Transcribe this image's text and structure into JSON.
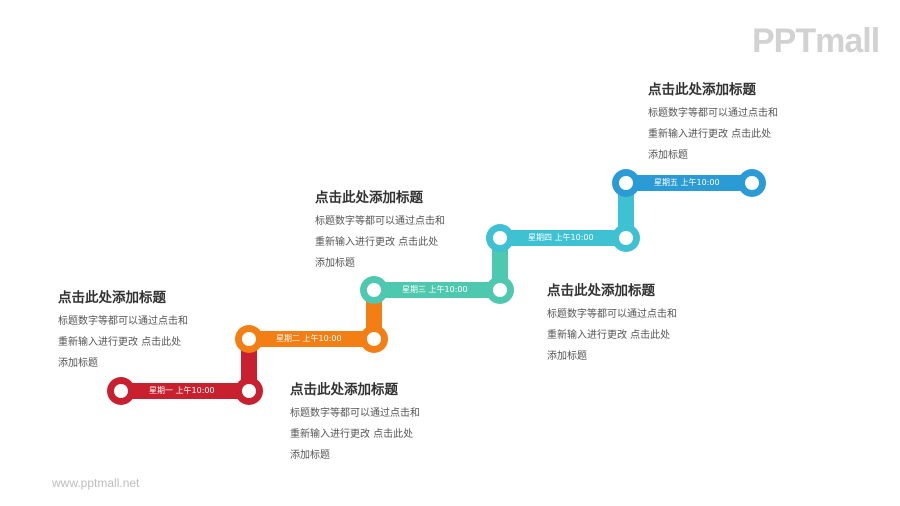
{
  "branding": {
    "logo": "PPTmall",
    "footer_url": "www.pptmall.net"
  },
  "steps": [
    {
      "label": "星期一 上午10:00",
      "color": "#c8202f"
    },
    {
      "label": "星期二 上午10:00",
      "color": "#f37e14"
    },
    {
      "label": "星期三 上午10:00",
      "color": "#4ec8ae"
    },
    {
      "label": "星期四 上午10:00",
      "color": "#3ec1d3"
    },
    {
      "label": "星期五 上午10:00",
      "color": "#2b9bd6"
    }
  ],
  "cards": [
    {
      "title": "点击此处添加标题",
      "lines": [
        "标题数字等都可以通过点击和",
        "重新输入进行更改 点击此处",
        "添加标题"
      ]
    },
    {
      "title": "点击此处添加标题",
      "lines": [
        "标题数字等都可以通过点击和",
        "重新输入进行更改 点击此处",
        "添加标题"
      ]
    },
    {
      "title": "点击此处添加标题",
      "lines": [
        "标题数字等都可以通过点击和",
        "重新输入进行更改 点击此处",
        "添加标题"
      ]
    },
    {
      "title": "点击此处添加标题",
      "lines": [
        "标题数字等都可以通过点击和",
        "重新输入进行更改 点击此处",
        "添加标题"
      ]
    },
    {
      "title": "点击此处添加标题",
      "lines": [
        "标题数字等都可以通过点击和",
        "重新输入进行更改 点击此处",
        "添加标题"
      ]
    }
  ]
}
